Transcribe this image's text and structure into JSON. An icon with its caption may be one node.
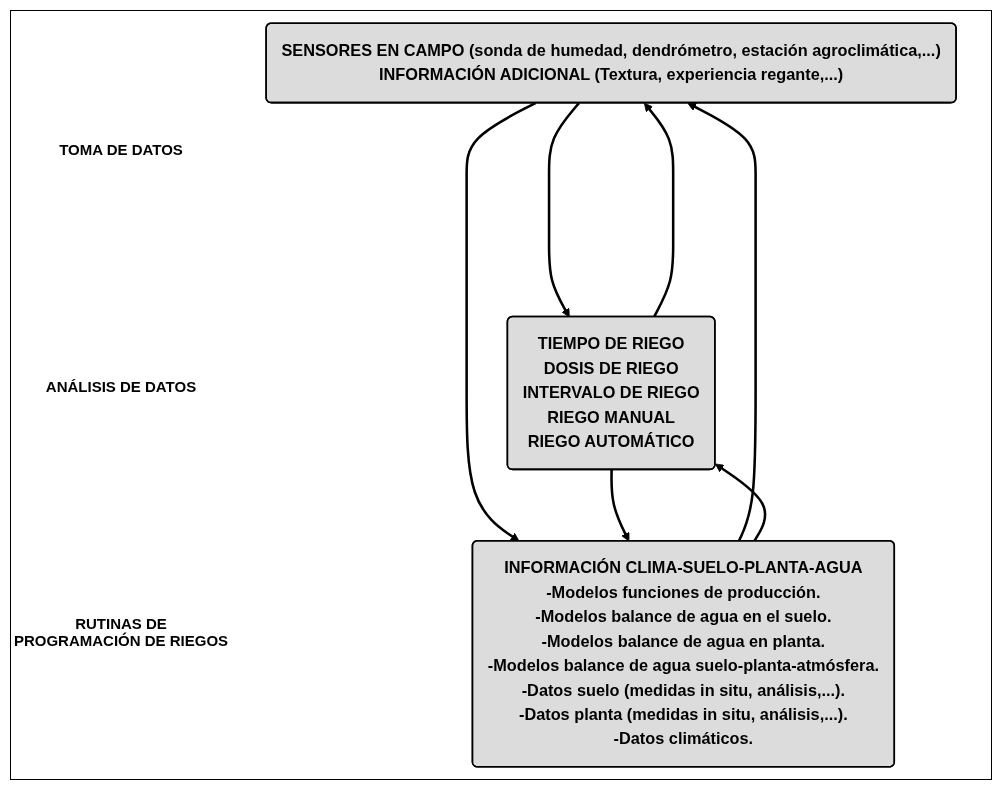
{
  "diagram": {
    "nodes": [
      {
        "text": [
          "SENSORES EN CAMPO (sonda de humedad, dendrómetro, estación agroclimática,...)",
          "INFORMACIÓN ADICIONAL (Textura, experiencia regante,...)"
        ]
      },
      {
        "text": [
          "INFORMACIÓN CLIMA-SUELO-PLANTA-AGUA",
          "-Modelos funciones de producción.",
          "-Modelos balance de agua en el suelo.",
          "-Modelos balance de agua en planta.",
          "-Modelos balance de agua suelo-planta-atmósfera.",
          "-Datos suelo (medidas in situ, análisis,...).",
          "-Datos planta (medidas in situ, análisis,...).",
          "-Datos climáticos."
        ]
      },
      {
        "text": [
          "TIEMPO DE RIEGO",
          "DOSIS DE RIEGO",
          "INTERVALO DE RIEGO",
          "RIEGO MANUAL",
          "RIEGO AUTOMÁTICO"
        ]
      }
    ],
    "edges": [
      {
        "from": 0,
        "to": 2,
        "arrow": "to"
      },
      {
        "from": 0,
        "to": 1,
        "arrow": "to"
      },
      {
        "from": 1,
        "to": 0,
        "arrow": "to"
      },
      {
        "from": 1,
        "to": 2,
        "arrow": "to"
      },
      {
        "from": 2,
        "to": 1,
        "arrow": "to"
      },
      {
        "from": 2,
        "to": 0,
        "arrow": "to"
      }
    ],
    "labels": [
      "TOMA DE DATOS",
      "ANÁLISIS DE DATOS",
      "RUTINAS DE PROGRAMACIÓN DE RIEGOS"
    ]
  }
}
